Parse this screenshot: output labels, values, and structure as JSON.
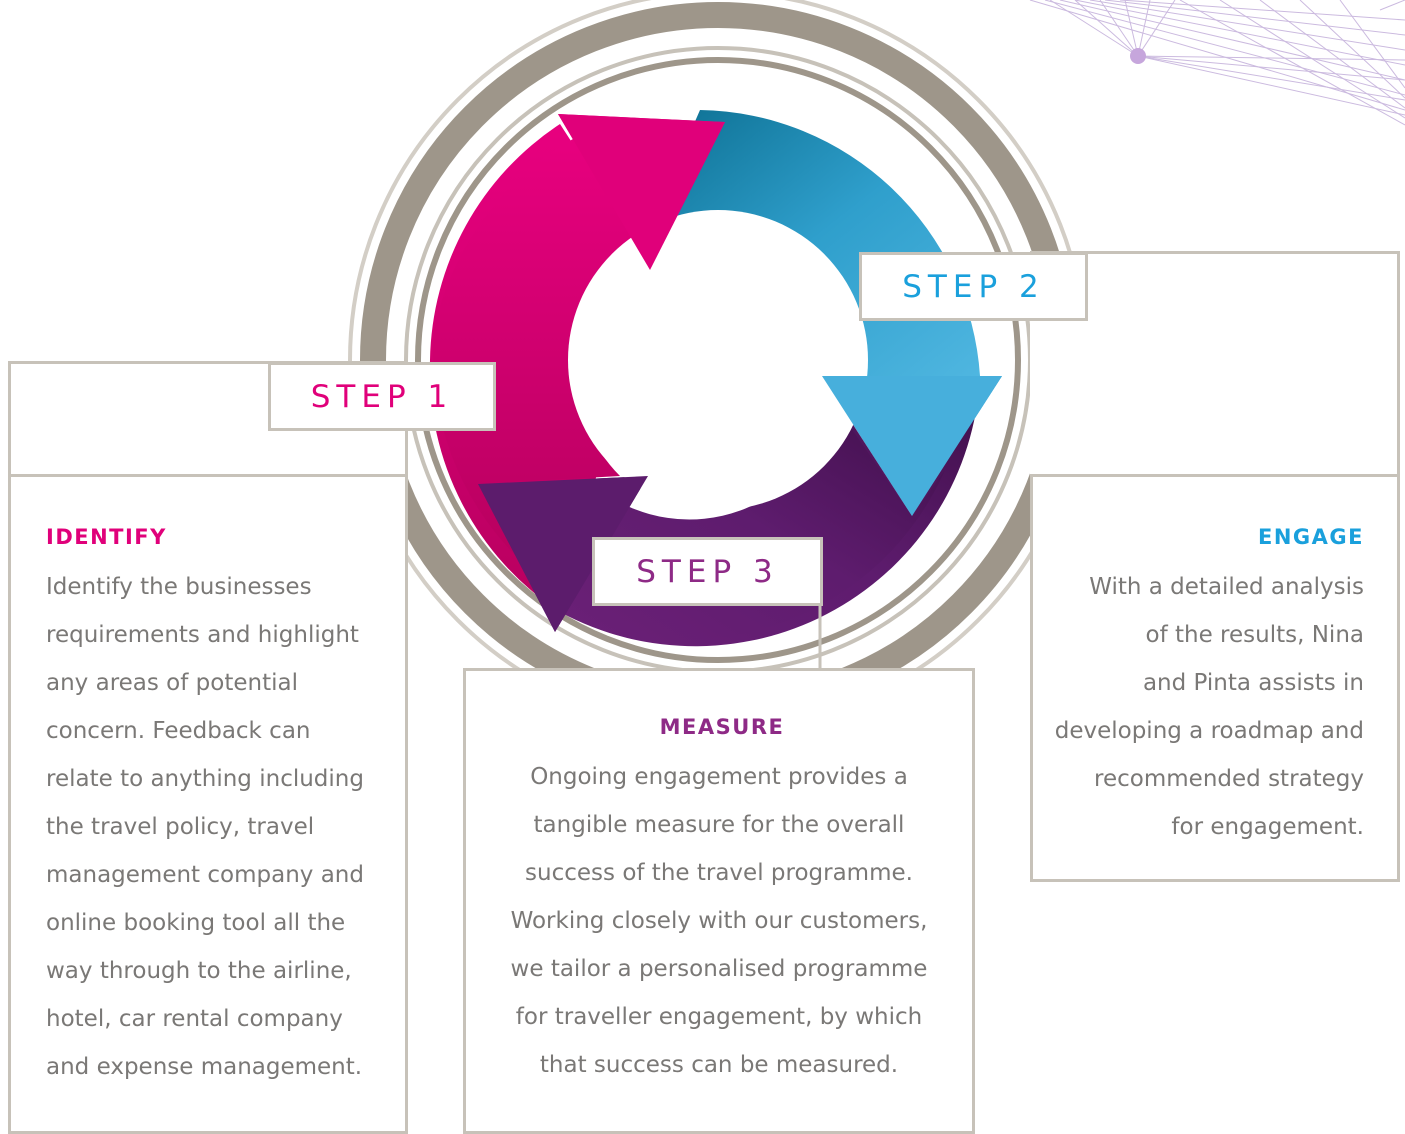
{
  "colors": {
    "pink": "#e0007a",
    "blue": "#1aa0dc",
    "purple": "#8e2a86",
    "text": "#7a7876",
    "border": "#c7c2b9",
    "ring": "#9e968a"
  },
  "steps": [
    {
      "tag": "STEP 1",
      "title": "IDENTIFY",
      "text": "Identify the businesses\nrequirements and highlight\nany areas of potential\nconcern. Feedback can\nrelate to anything including\nthe travel policy, travel\nmanagement company and\nonline booking tool all the\nway through to the airline,\nhotel, car rental company\nand expense management."
    },
    {
      "tag": "STEP 2",
      "title": "ENGAGE",
      "text": "With a detailed analysis\nof the results, Nina\nand Pinta assists in\ndeveloping a roadmap and\nrecommended strategy\nfor engagement."
    },
    {
      "tag": "STEP 3",
      "title": "MEASURE",
      "text": "Ongoing engagement provides a\ntangible measure for the overall\nsuccess of the travel programme.\nWorking closely with our customers,\nwe tailor a personalised programme\nfor traveller engagement, by which\nthat success can be measured."
    }
  ]
}
